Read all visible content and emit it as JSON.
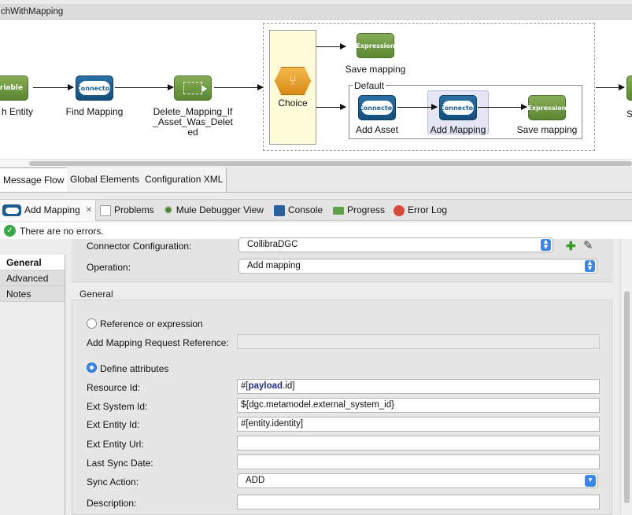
{
  "flow": {
    "title": "chWithMapping",
    "nodes": {
      "variable": {
        "icon_text": "ariable",
        "label": "h Entity"
      },
      "find_mapping": {
        "icon_text": "Connector",
        "label": "Find Mapping"
      },
      "delete_mapping": {
        "label_1": "Delete_Mapping_If",
        "label_2": "_Asset_Was_Delet",
        "label_3": "ed"
      },
      "choice": {
        "label": "Choice"
      },
      "save_mapping_top": {
        "icon_text": "Expression",
        "label": "Save mapping"
      },
      "default_label": "Default",
      "add_asset": {
        "icon_text": "Connector",
        "label": "Add Asset"
      },
      "add_mapping": {
        "icon_text": "Connector",
        "label": "Add Mapping"
      },
      "save_mapping_default": {
        "icon_text": "Expression",
        "label": "Save mapping"
      },
      "next_partial": {
        "label": "S"
      }
    }
  },
  "editor_tabs": [
    "Message Flow",
    "Global Elements",
    "Configuration XML"
  ],
  "views": {
    "add_mapping": "Add Mapping",
    "problems": "Problems",
    "debugger": "Mule Debugger View",
    "console": "Console",
    "progress": "Progress",
    "error_log": "Error Log"
  },
  "status": {
    "message": "There are no errors."
  },
  "left_tabs": [
    "General",
    "Advanced",
    "Notes"
  ],
  "form": {
    "connector_config_label": "Connector Configuration:",
    "connector_config_value": "CollibraDGC",
    "operation_label": "Operation:",
    "operation_value": "Add mapping",
    "section_title": "General",
    "ref_radio_label": "Reference or expression",
    "add_mapping_ref_label": "Add Mapping Request Reference:",
    "add_mapping_ref_value": "",
    "define_radio_label": "Define attributes",
    "resource_id_label": "Resource Id:",
    "resource_id_prefix": "#[",
    "resource_id_bold": "payload",
    "resource_id_suffix": ".id]",
    "ext_system_id_label": "Ext System Id:",
    "ext_system_id_value": "${dgc.metamodel.external_system_id}",
    "ext_entity_id_label": "Ext Entity Id:",
    "ext_entity_id_value": "#[entity.identity]",
    "ext_entity_url_label": "Ext Entity Url:",
    "ext_entity_url_value": "",
    "last_sync_date_label": "Last Sync Date:",
    "last_sync_date_value": "",
    "sync_action_label": "Sync Action:",
    "sync_action_value": "ADD",
    "description_label": "Description:",
    "description_value": ""
  }
}
